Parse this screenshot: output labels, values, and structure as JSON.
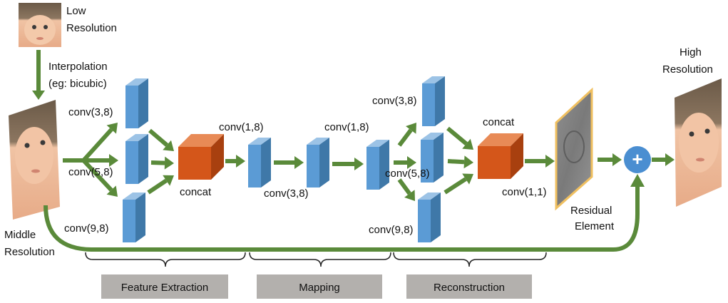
{
  "colors": {
    "arrow": "#5a8a3a",
    "block_front": "#5b9bd5",
    "block_side": "#3f78a8",
    "block_top": "#9cc3e6",
    "concat_front": "#d4561a",
    "concat_side": "#a8400f",
    "concat_top": "#e88a56",
    "phase_box": "#b3b0ad",
    "plus_circle": "#4a8ed1",
    "residual_border": "#f0c060"
  },
  "images": {
    "low_res": {
      "label": "Low\nResolution",
      "depicts": "baby-face-photo"
    },
    "middle_res": {
      "label": "Middle\nResolution",
      "depicts": "baby-face-photo"
    },
    "high_res": {
      "label": "High\nResolution",
      "depicts": "baby-face-photo"
    },
    "residual": {
      "label": "Residual\nElement",
      "depicts": "residual-map"
    }
  },
  "interpolation": {
    "label": "Interpolation\n(eg: bicubic)"
  },
  "feature_extraction": {
    "conv_a": "conv(3,8)",
    "conv_b": "conv(5,8)",
    "conv_c": "conv(9,8)",
    "concat": "concat"
  },
  "mapping": {
    "conv_a": "conv(1,8)",
    "conv_b": "conv(3,8)",
    "conv_c": "conv(1,8)"
  },
  "reconstruction": {
    "conv_a": "conv(3,8)",
    "conv_b": "conv(5,8)",
    "conv_c": "conv(9,8)",
    "concat": "concat",
    "conv_out": "conv(1,1)"
  },
  "plus_symbol": "+",
  "phases": [
    "Feature Extraction",
    "Mapping",
    "Reconstruction"
  ]
}
